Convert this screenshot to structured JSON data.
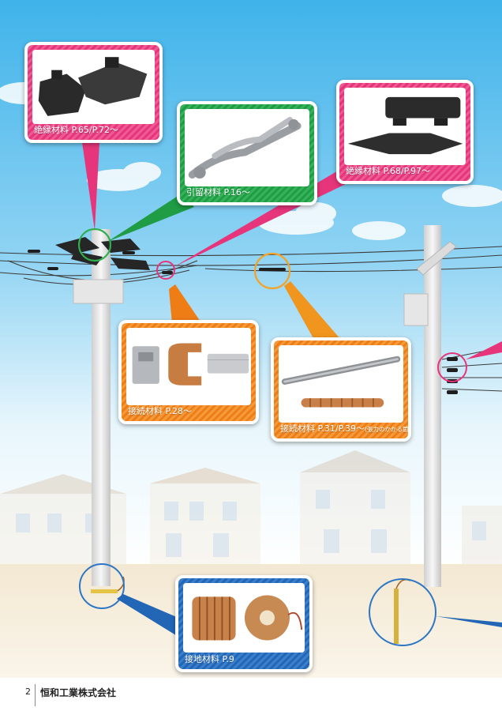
{
  "callouts": {
    "insulation_1": {
      "label": "絶縁材料 P.65/P.72～"
    },
    "deadend": {
      "label": "引留材料 P.16～"
    },
    "insulation_2": {
      "label": "絶縁材料 P.68/P.97～"
    },
    "connection_1": {
      "label": "接続材料 P.28～"
    },
    "connection_2": {
      "label": "接続材料 P.31/P.39～",
      "note": "(張力のかかる箇所)"
    },
    "grounding": {
      "label": "接地材料 P.9"
    }
  },
  "footer": {
    "page_number": "2",
    "company": "恒和工業株式会社"
  },
  "colors": {
    "sky": "#3fb3ea",
    "pink": "#e6357a",
    "green": "#1f9c44",
    "orange": "#ee7d16",
    "blue": "#2366b5",
    "ground": "#efe2c8"
  }
}
